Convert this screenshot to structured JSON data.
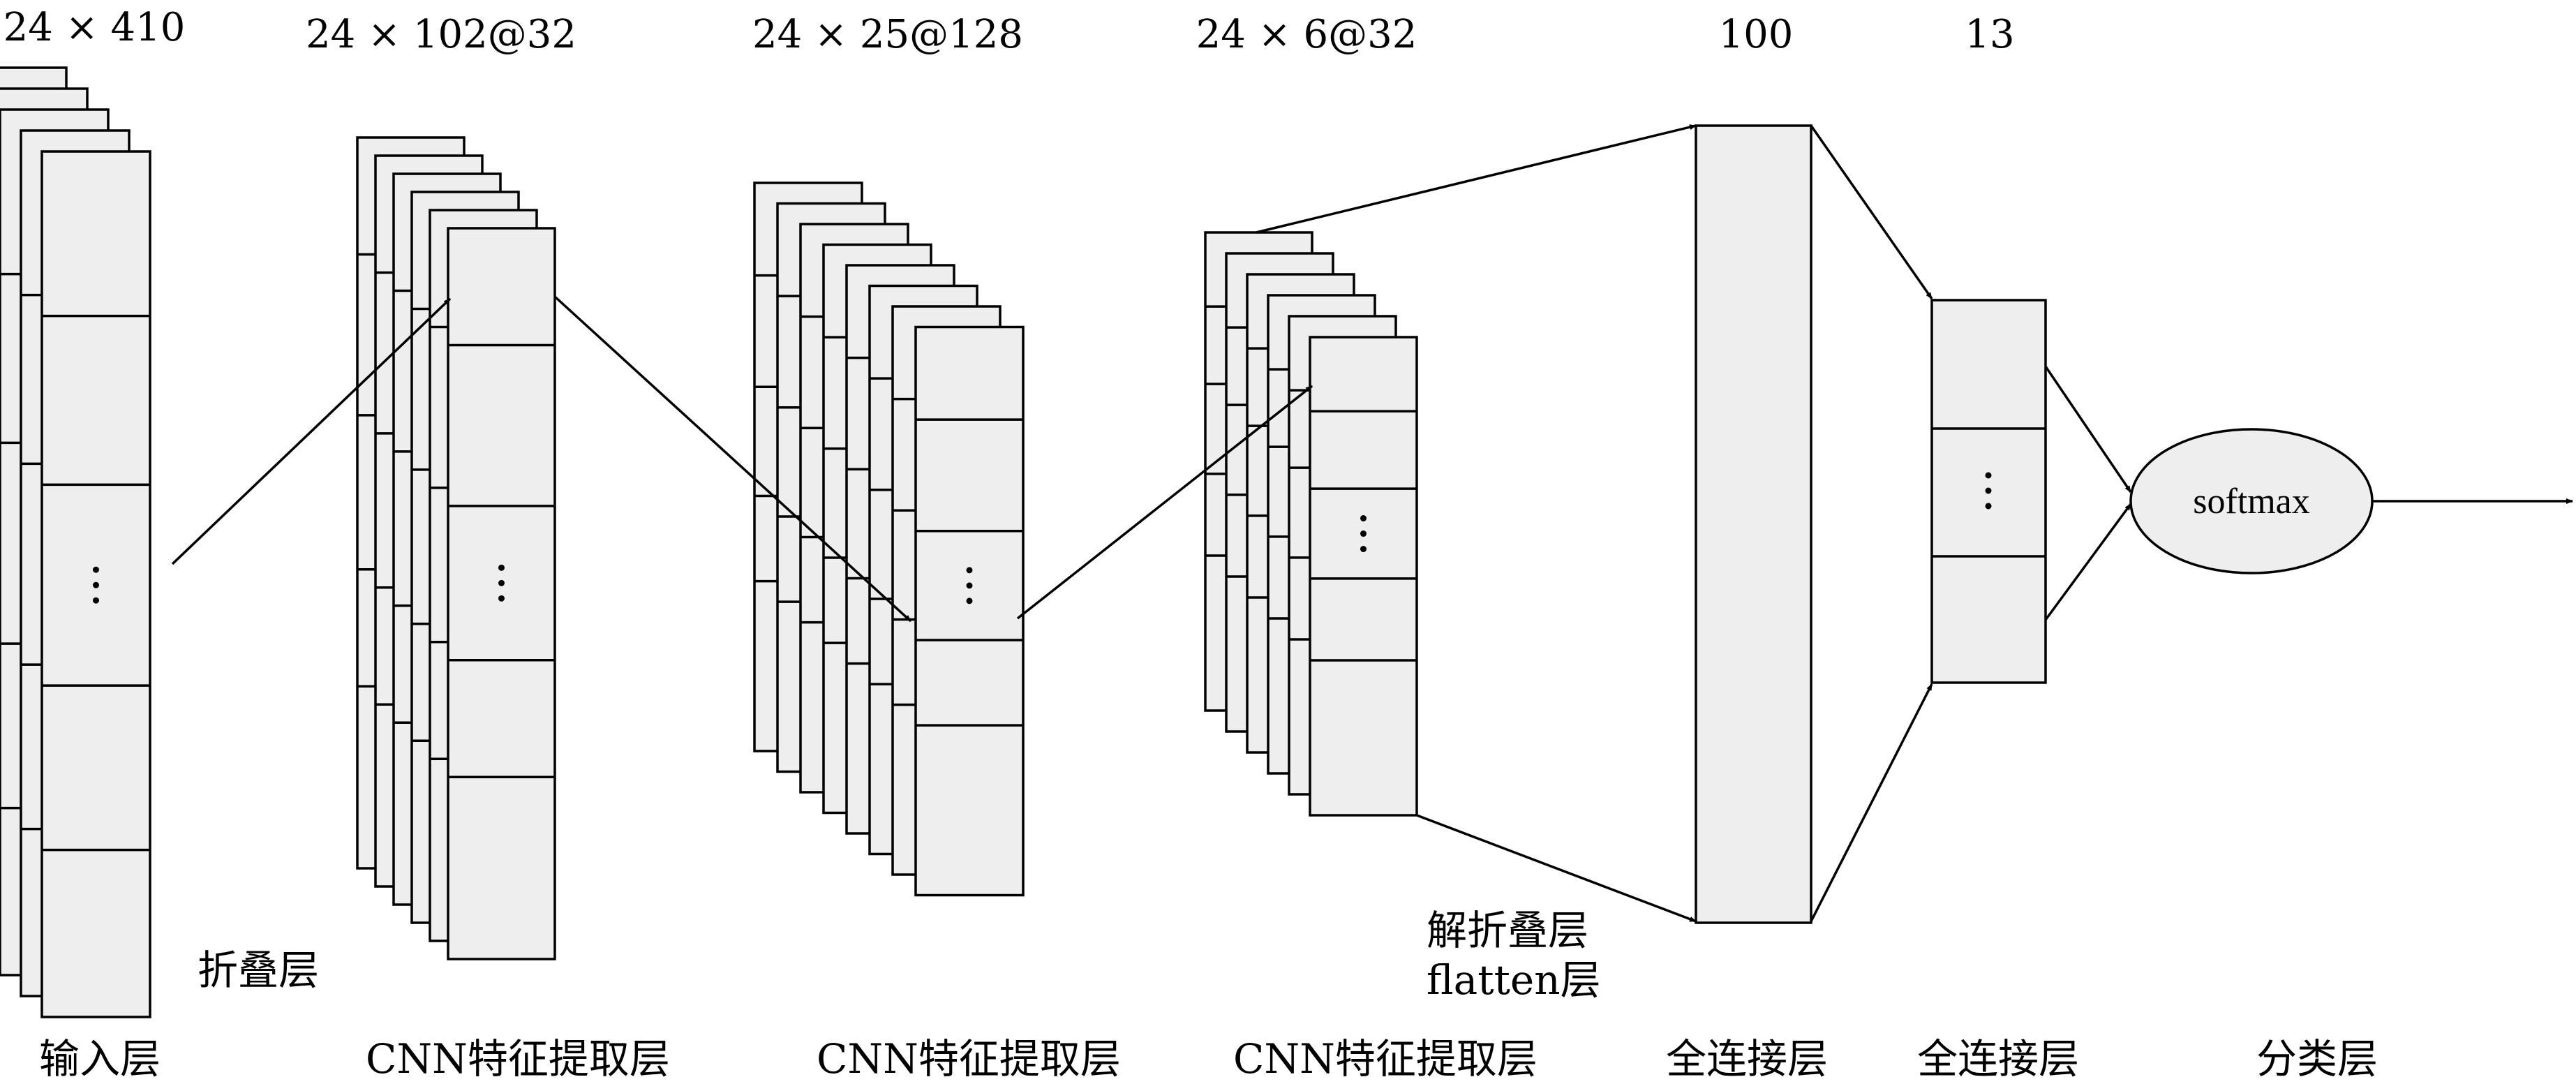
{
  "dims": {
    "input": "24 × 410",
    "cnn1": "24 × 102@32",
    "cnn2": "24 × 25@128",
    "cnn3": "24 × 6@32",
    "fc1": "100",
    "fc2": "13"
  },
  "captions": {
    "input": "输入层",
    "cnn1": "CNN特征提取层",
    "cnn2": "CNN特征提取层",
    "cnn3": "CNN特征提取层",
    "fc1": "全连接层",
    "fc2": "全连接层",
    "cls": "分类层"
  },
  "annotations": {
    "fold": "折叠层",
    "unfold": "解折叠层",
    "flatten": "flatten层"
  },
  "softmax": "softmax",
  "colors": {
    "block_fill": "#eeeeee",
    "stroke": "#000000"
  }
}
